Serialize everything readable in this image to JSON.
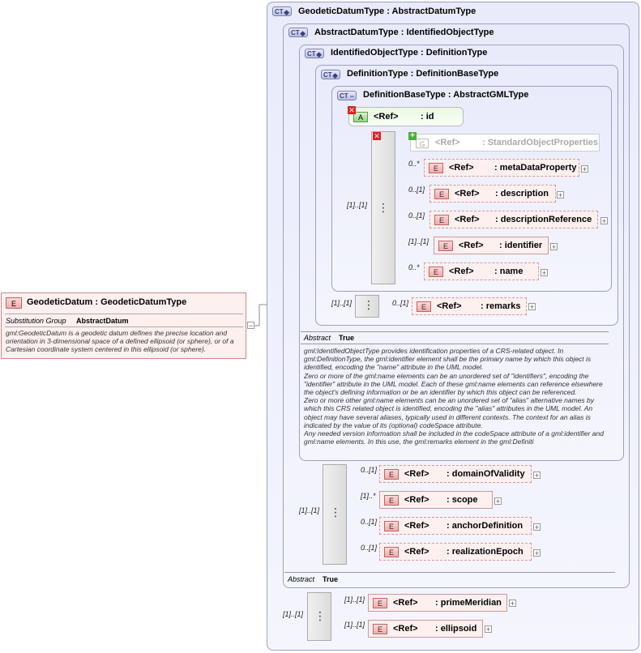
{
  "root_element": {
    "tag": "E",
    "title": "GeodeticDatum : GeodeticDatumType",
    "substitution_group_label": "Substitution Group",
    "substitution_group_value": "AbstractDatum",
    "documentation": "gml:GeodeticDatum is a geodetic datum defines the precise location and orientation in 3-dimensional space of a defined ellipsoid (or sphere), or of a Cartesian coordinate system centered in this ellipsoid (or sphere).",
    "collapse_symbol": "−"
  },
  "types": {
    "geodetic_datum_type": {
      "badge": "CT",
      "title": "GeodeticDatumType : AbstractDatumType"
    },
    "abstract_datum_type": {
      "badge": "CT",
      "title": "AbstractDatumType : IdentifiedObjectType"
    },
    "identified_object_type": {
      "badge": "CT",
      "title": "IdentifiedObjectType : DefinitionType"
    },
    "definition_type": {
      "badge": "CT",
      "title": "DefinitionType : DefinitionBaseType"
    },
    "definition_base_type": {
      "badge": "CT",
      "title": "DefinitionBaseType : AbstractGMLType"
    }
  },
  "attribute_id": {
    "tag": "A",
    "ref": "<Ref>",
    "name": ": id"
  },
  "group_standard": {
    "tag": "G",
    "ref": "<Ref>",
    "name": ": StandardObjectProperties"
  },
  "gml_sequence": {
    "cardinality": "[1]..[1]",
    "elements": [
      {
        "card": "0..*",
        "ref": "<Ref>",
        "name": ": metaDataProperty"
      },
      {
        "card": "0..[1]",
        "ref": "<Ref>",
        "name": ": description"
      },
      {
        "card": "0..[1]",
        "ref": "<Ref>",
        "name": ": descriptionReference"
      },
      {
        "card": "[1]..[1]",
        "ref": "<Ref>",
        "name": ": identifier"
      },
      {
        "card": "0..*",
        "ref": "<Ref>",
        "name": ": name"
      }
    ]
  },
  "remarks_sequence": {
    "cardinality": "[1]..[1]",
    "element": {
      "card": "0..[1]",
      "ref": "<Ref>",
      "name": ": remarks"
    }
  },
  "identified_object_abstract": {
    "label": "Abstract",
    "value": "True"
  },
  "identified_object_doc": "gml:IdentifiedObjectType provides identification properties of a CRS-related object. In gml:DefinitionType, the gml:identifier element shall be the primary name by which this object is identified, encoding the \"name\" attribute in the UML model.\nZero or more of the gml:name elements can be an unordered set of \"identifiers\", encoding the \"identifier\" attribute in the UML model. Each of these gml:name elements can reference elsewhere the object's defining information or be an identifier by which this object can be referenced.\nZero or more other gml:name elements can be an unordered set of \"alias\" alternative names by which this CRS related object is identified, encoding the \"alias\" attributes in the UML model. An object may have several aliases, typically used in different contexts. The context for an alias is indicated by the value of its (optional) codeSpace attribute.\nAny needed version information shall be included in the codeSpace attribute of a gml:identifier and gml:name elements. In this use, the gml:remarks element in the gml:Definiti",
  "datum_sequence": {
    "cardinality": "[1]..[1]",
    "elements": [
      {
        "card": "0..[1]",
        "ref": "<Ref>",
        "name": ": domainOfValidity"
      },
      {
        "card": "[1]..*",
        "ref": "<Ref>",
        "name": ": scope"
      },
      {
        "card": "0..[1]",
        "ref": "<Ref>",
        "name": ": anchorDefinition"
      },
      {
        "card": "0..[1]",
        "ref": "<Ref>",
        "name": ": realizationEpoch"
      }
    ]
  },
  "abstract_datum_abstract": {
    "label": "Abstract",
    "value": "True"
  },
  "geodetic_sequence": {
    "cardinality": "[1]..[1]",
    "elements": [
      {
        "card": "[1]..[1]",
        "ref": "<Ref>",
        "name": ": primeMeridian"
      },
      {
        "card": "[1]..[1]",
        "ref": "<Ref>",
        "name": ": ellipsoid"
      }
    ]
  },
  "tags": {
    "element": "E",
    "plus": "+"
  }
}
